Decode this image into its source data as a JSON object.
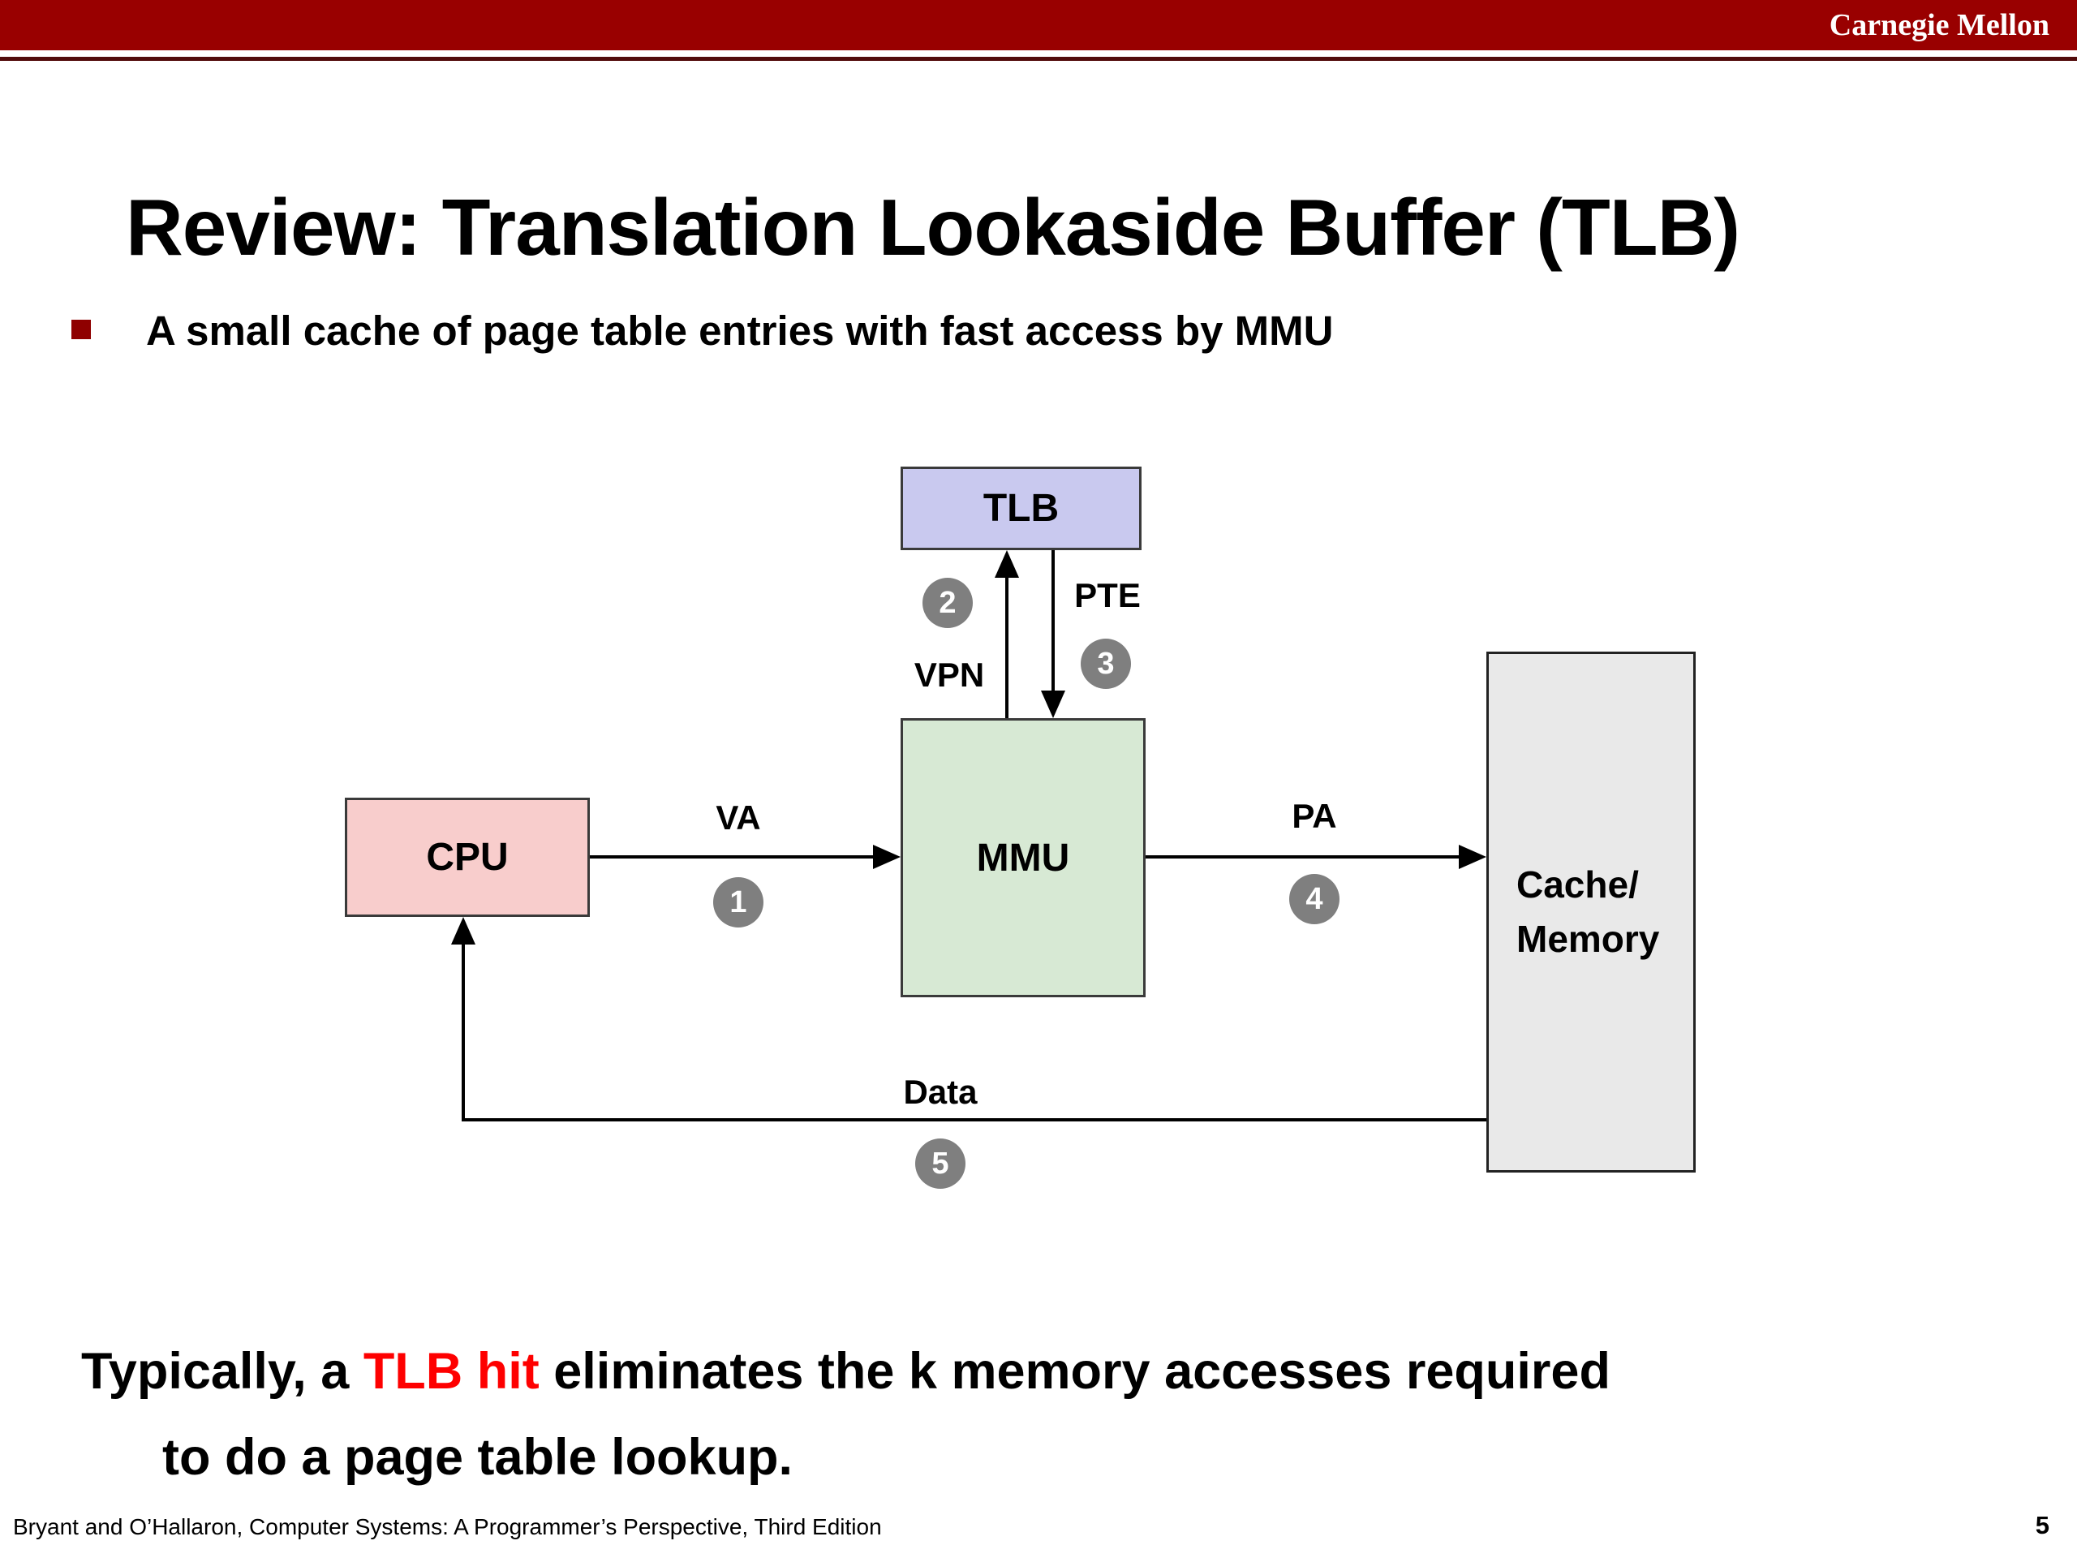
{
  "header": {
    "brand": "Carnegie Mellon"
  },
  "slide": {
    "title": "Review: Translation Lookaside Buffer (TLB)",
    "bullet": "A small cache of page table entries with fast access by MMU",
    "footer_left": "Bryant and O’Hallaron, Computer Systems: A Programmer’s Perspective, Third Edition",
    "page_number": "5"
  },
  "diagram": {
    "boxes": {
      "tlb": {
        "label": "TLB",
        "fill": "#c9c9ef"
      },
      "mmu": {
        "label": "MMU",
        "fill": "#d7e9d4"
      },
      "cpu": {
        "label": "CPU",
        "fill": "#f8cdcc"
      },
      "cache": {
        "label_line1": "Cache/",
        "label_line2": "Memory",
        "fill": "#e9e9e9"
      }
    },
    "labels": {
      "va": "VA",
      "pa": "PA",
      "vpn": "VPN",
      "pte": "PTE",
      "data": "Data"
    },
    "steps": {
      "s1": "1",
      "s2": "2",
      "s3": "3",
      "s4": "4",
      "s5": "5"
    }
  },
  "takeaway": {
    "prefix": "Typically, a ",
    "highlight": "TLB hit",
    "suffix": " eliminates the k memory accesses required",
    "line2": "to do a page table lookup.",
    "highlight_color": "#fe0000"
  },
  "colors": {
    "band_maroon": "#990000",
    "band_rule": "#520b0b",
    "bullet_square": "#8f0000",
    "step_circle_gray": "#7f7f7f",
    "arrow_black": "#000000"
  }
}
